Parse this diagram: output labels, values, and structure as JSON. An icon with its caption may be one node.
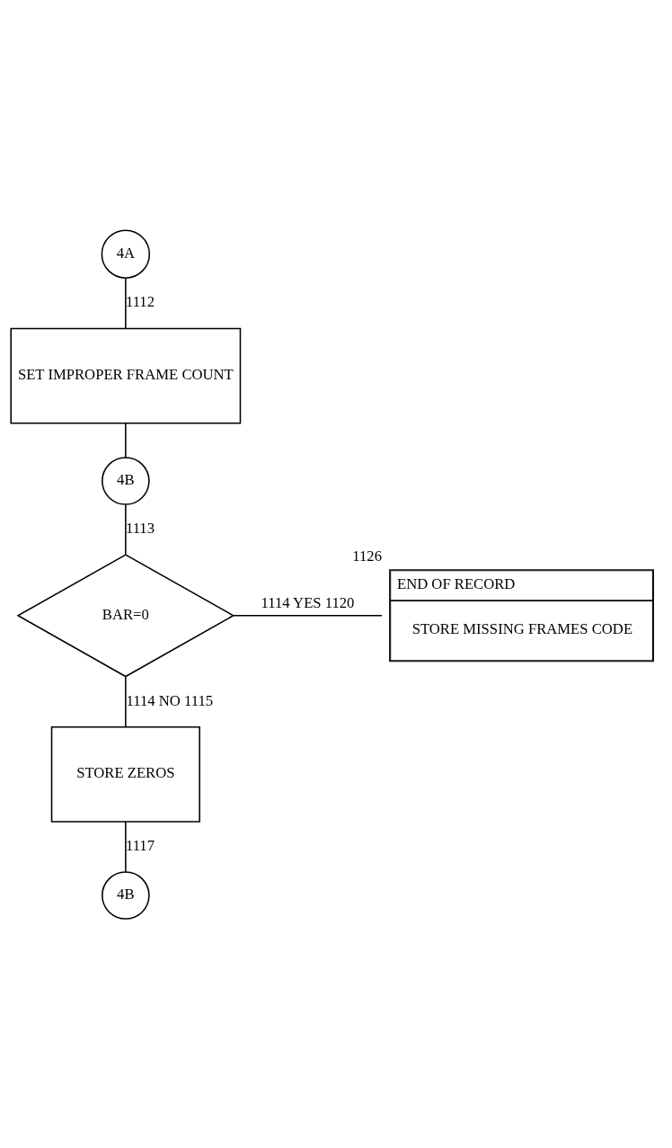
{
  "diagram": {
    "nodes": [
      {
        "text": [
          "4A"
        ]
      },
      {
        "text": [
          "SET IMPROPER FRAME COUNT"
        ]
      },
      {
        "text": [
          "4B"
        ]
      },
      {
        "text": [
          "BAR=0"
        ]
      },
      {
        "text": [
          "END OF RECORD",
          "STORE MISSING FRAMES CODE"
        ],
        "beside": [
          "1126"
        ]
      },
      {
        "text": [
          "STORE ZEROS"
        ]
      },
      {
        "text": [
          "4B"
        ]
      }
    ],
    "edges": [
      {
        "from": 0,
        "to": 1,
        "arrow": "none",
        "label": "1112"
      },
      {
        "from": 1,
        "to": 2,
        "arrow": "none"
      },
      {
        "from": 2,
        "to": 3,
        "arrow": "none",
        "label": "1113"
      },
      {
        "from": 3,
        "to": 4,
        "arrow": "none",
        "label": "1114 YES 1120"
      },
      {
        "from": 3,
        "to": 5,
        "arrow": "none",
        "label": "1114 NO 1115"
      },
      {
        "from": 5,
        "to": 6,
        "arrow": "none",
        "label": "1117"
      }
    ]
  }
}
